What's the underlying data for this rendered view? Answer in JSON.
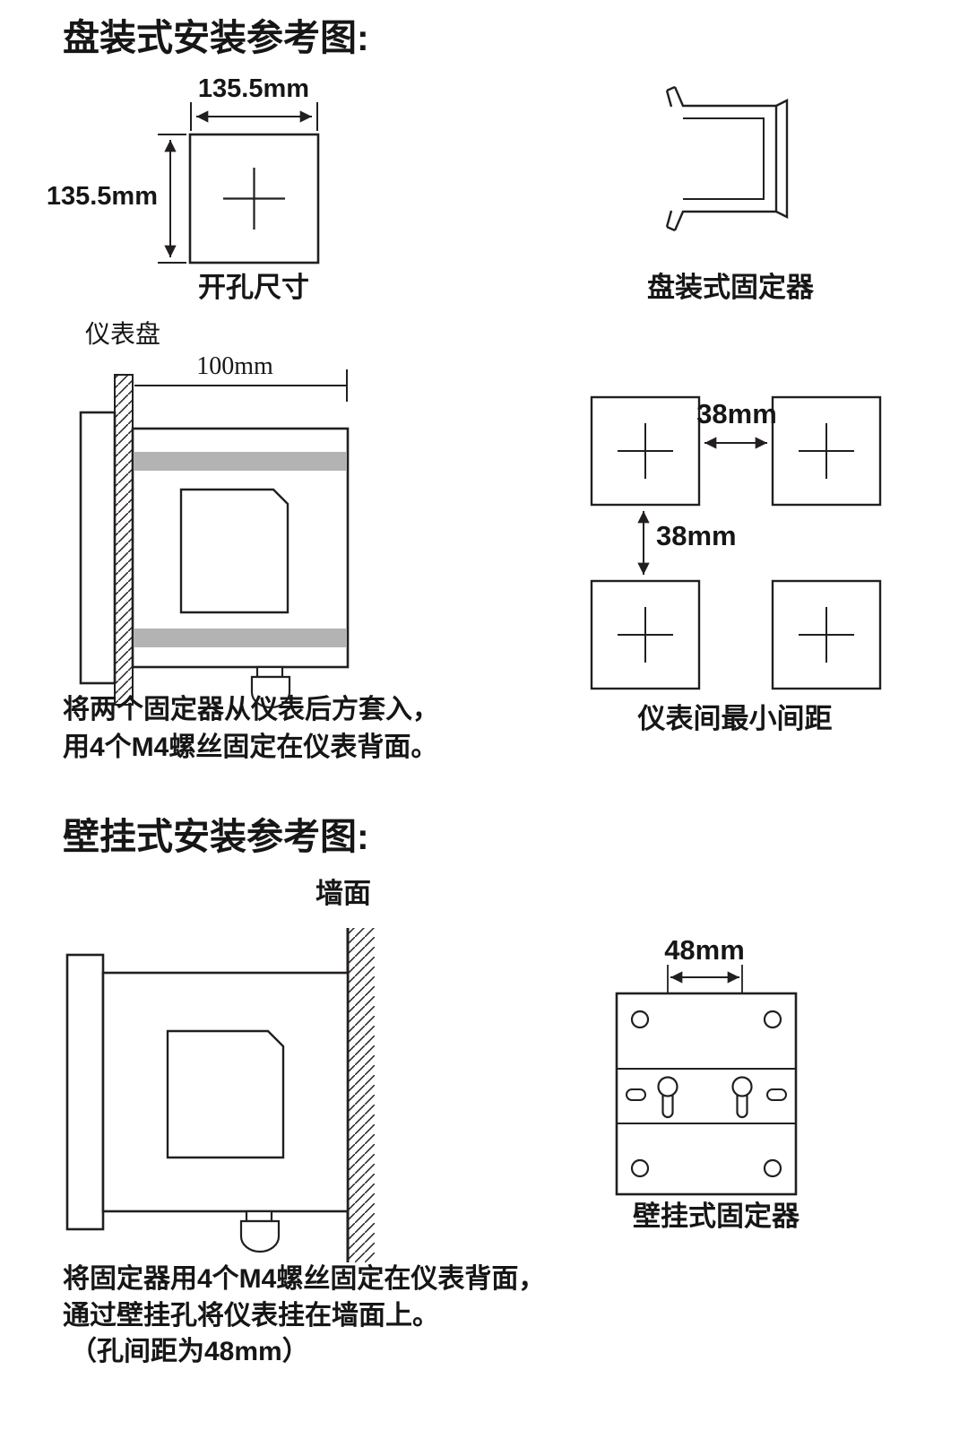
{
  "colors": {
    "line": "#231f20",
    "fixer_bar": "#b3b3b3",
    "background": "#ffffff"
  },
  "panel_mount": {
    "title": "盘装式安装参考图:",
    "cutout_width": "135.5mm",
    "cutout_height": "135.5mm",
    "cutout_caption": "开孔尺寸",
    "fixer_caption": "盘装式固定器",
    "panel_label": "仪表盘",
    "depth_dim": "100mm",
    "note_line1": "将两个固定器从仪表后方套入，",
    "note_line2": "用4个M4螺丝固定在仪表背面。",
    "spacing_h": "38mm",
    "spacing_v": "38mm",
    "spacing_caption": "仪表间最小间距"
  },
  "wall_mount": {
    "title": "壁挂式安装参考图:",
    "wall_label": "墙面",
    "hole_dim": "48mm",
    "bracket_caption": "壁挂式固定器",
    "note_line1": "将固定器用4个M4螺丝固定在仪表背面，",
    "note_line2": "通过壁挂孔将仪表挂在墙面上。",
    "note_line3": "（孔间距为48mm）"
  }
}
